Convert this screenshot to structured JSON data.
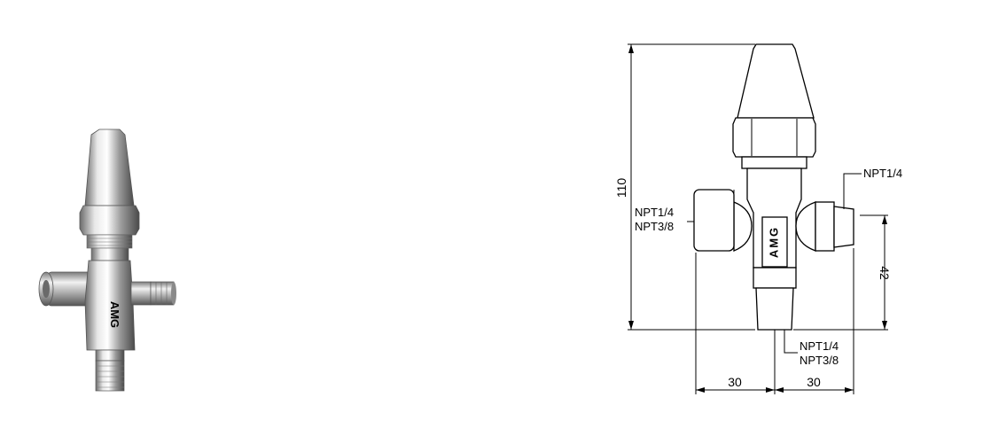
{
  "product_photo": {
    "brand_marking": "AMG"
  },
  "drawing": {
    "brand_label": "AMG",
    "dimensions": {
      "height": "110",
      "port_height": "42",
      "left_width": "30",
      "right_width": "30"
    },
    "labels": {
      "right_port": "NPT1/4",
      "left_port_line1": "NPT1/4",
      "left_port_line2": "NPT3/8",
      "bottom_port_line1": "NPT1/4",
      "bottom_port_line2": "NPT3/8"
    }
  }
}
